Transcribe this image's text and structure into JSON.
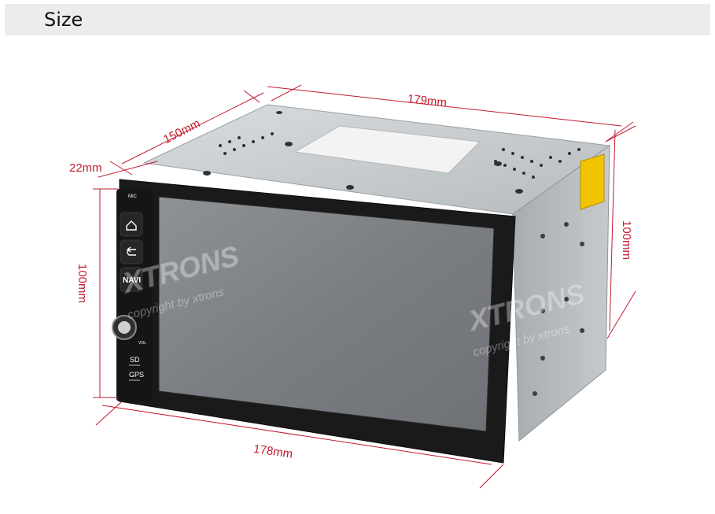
{
  "header": {
    "title": "Size"
  },
  "dimensions": {
    "top_depth": "179mm",
    "top_width": "150mm",
    "bezel_depth": "22mm",
    "front_height": "100mm",
    "side_height": "100mm",
    "front_width": "178mm"
  },
  "device": {
    "buttons": [
      {
        "icon": "home-icon"
      },
      {
        "icon": "back-icon"
      },
      {
        "label": "NAVI"
      }
    ],
    "slots": [
      "SD",
      "GPS"
    ],
    "top_label_text": "MIC",
    "knob_label": "VOL"
  },
  "watermark": {
    "brand": "XTRONS",
    "copyright": "copyright by xtrons"
  },
  "colors": {
    "dimension_line": "#c21a2e",
    "header_bg": "#ececec",
    "chassis": "#bfc3c6",
    "bezel": "#1a1a1a",
    "screen": "#7b7e82",
    "sticker": "#f2c400"
  }
}
